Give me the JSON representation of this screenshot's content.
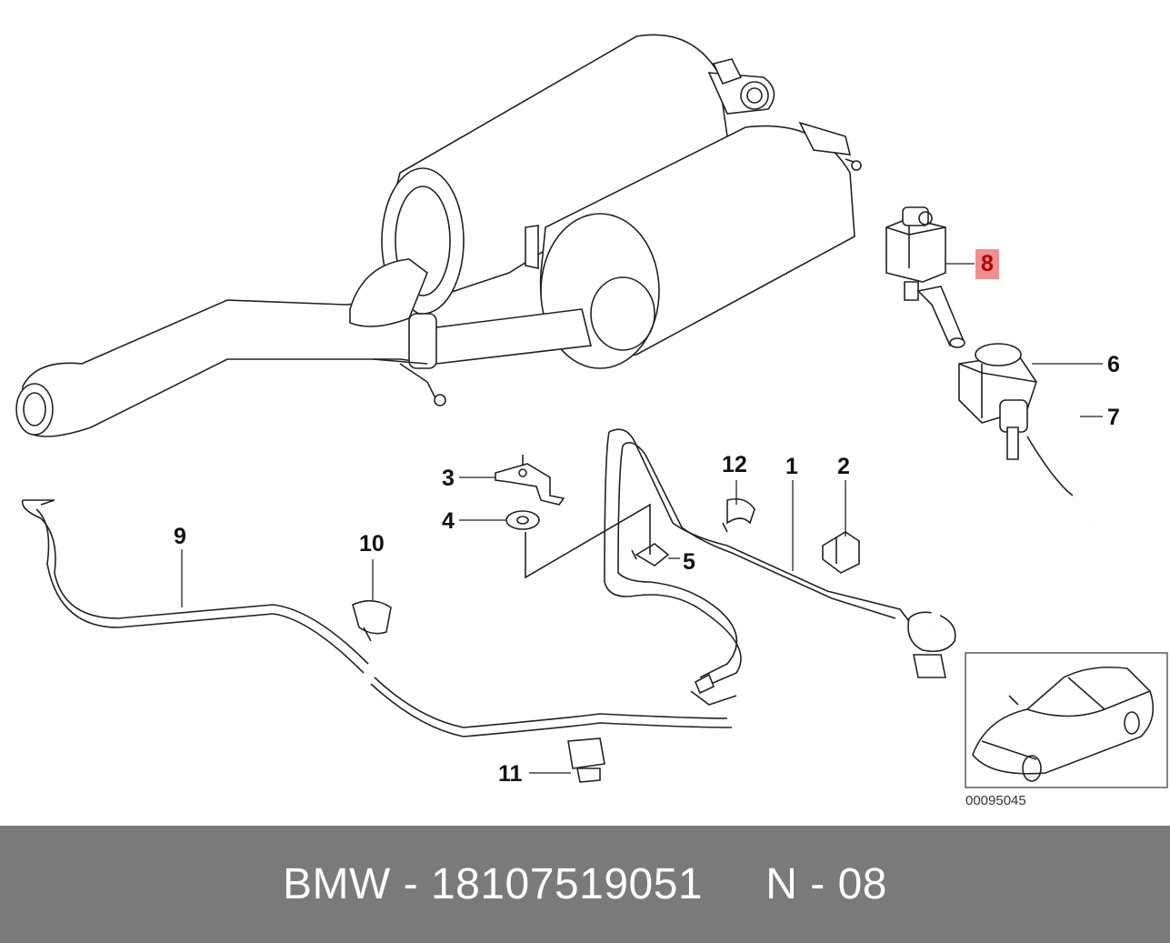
{
  "callouts": {
    "c1": "1",
    "c2": "2",
    "c3": "3",
    "c4": "4",
    "c5": "5",
    "c6": "6",
    "c7": "7",
    "c8": "8",
    "c9": "9",
    "c10": "10",
    "c11": "11",
    "c12": "12"
  },
  "highlight_color": "#f08f8f",
  "highlight_text_color": "#b30000",
  "reference_code": "00095045",
  "footer": {
    "title": "BMW - 18107519051     N - 08",
    "background": "#7a7a7a"
  }
}
